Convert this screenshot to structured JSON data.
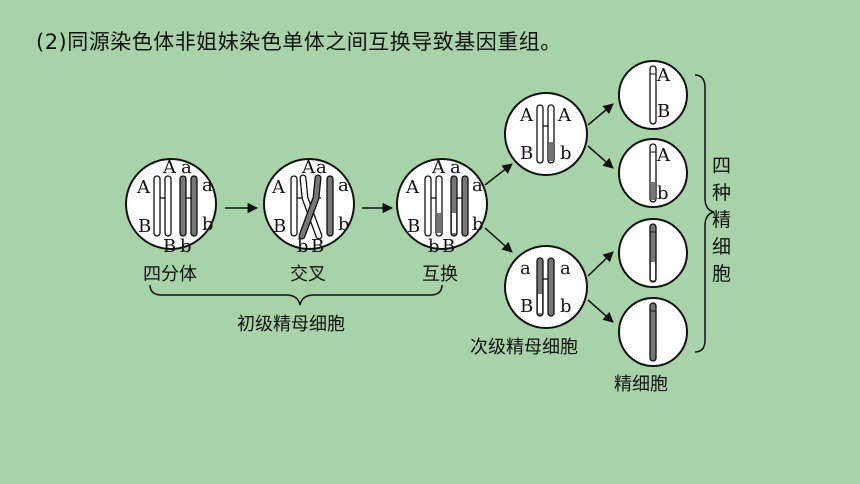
{
  "heading": "(2)同源染色体非姐妹染色单体之间互换导致基因重组。",
  "stages": {
    "tetrad": "四分体",
    "crossing": "交叉",
    "exchange": "互换"
  },
  "primary_spermatocyte": "初级精母细胞",
  "secondary_spermatocyte": "次级精母细胞",
  "sperm_cell": "精细胞",
  "four_sperm": [
    "四",
    "种",
    "精",
    "细",
    "胞"
  ],
  "genes": {
    "A_upper": "A",
    "a_lower": "a",
    "B_upper": "B",
    "b_lower": "b"
  }
}
